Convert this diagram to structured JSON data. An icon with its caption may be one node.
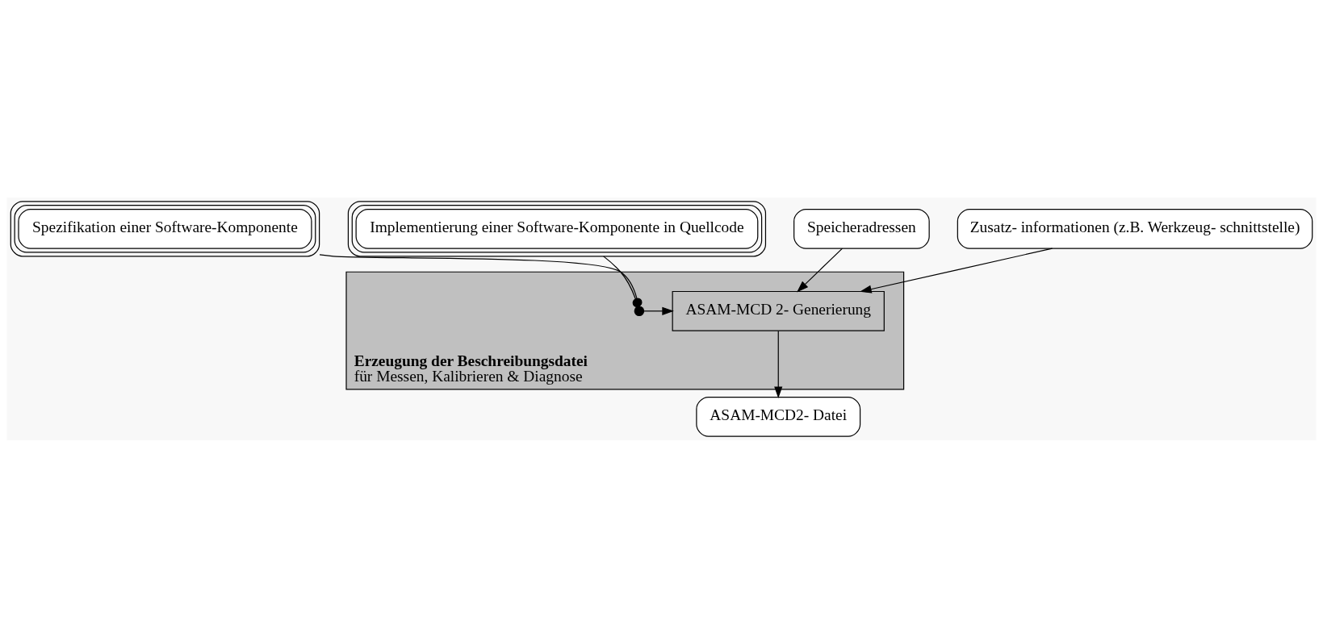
{
  "diagram": {
    "nodes": [
      {
        "text": [
          "Spezifikation einer Software-Komponente"
        ]
      },
      {
        "text": [
          "Implementierung einer Software-Komponente in Quellcode"
        ]
      },
      {
        "text": [
          "Speicheradressen"
        ]
      },
      {
        "text": [
          "Zusatz- informationen (z.B. Werkzeug- schnittstelle)"
        ]
      },
      {
        "text": [
          "Erzeugung der Beschreibungsdatei",
          "für Messen, Kalibrieren & Diagnose"
        ]
      },
      {
        "text": [],
        "shape": "switch",
        "in": 4
      },
      {
        "text": [
          "ASAM-MCD 2- Generierung"
        ],
        "in": 4
      },
      {
        "text": [
          "ASAM-MCD2- Datei"
        ]
      }
    ],
    "edges": [
      {
        "from": 0,
        "to": 5,
        "arrow": "other"
      },
      {
        "from": 1,
        "to": 5,
        "arrow": "other"
      },
      {
        "from": 5,
        "to": 6,
        "arrow": "to"
      },
      {
        "from": 2,
        "to": 6,
        "arrow": "to"
      },
      {
        "from": 3,
        "to": 6,
        "arrow": "to"
      },
      {
        "from": 6,
        "to": 7,
        "arrow": "to"
      }
    ]
  }
}
